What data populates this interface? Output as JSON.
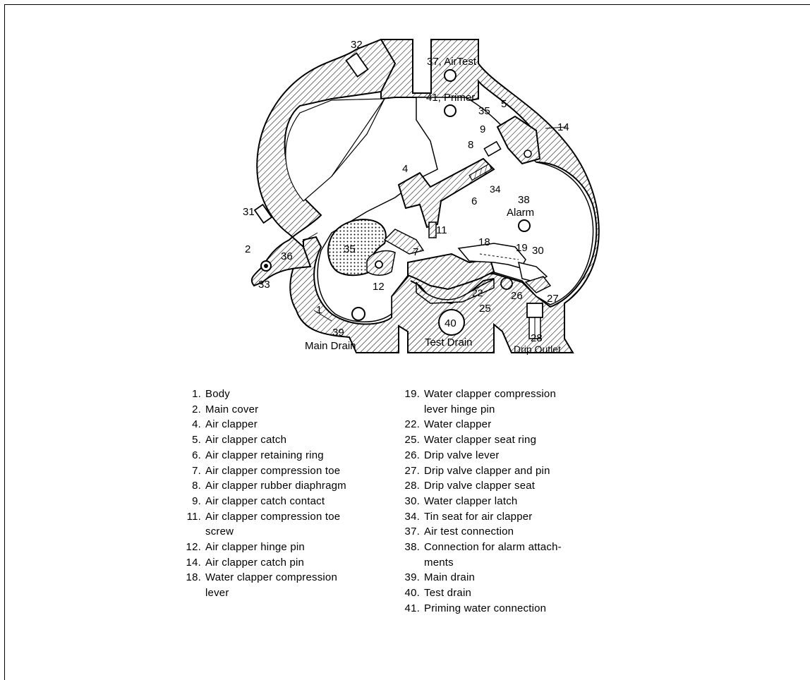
{
  "diagram": {
    "callouts": [
      {
        "id": "c32",
        "text": "32"
      },
      {
        "id": "c37",
        "text": "37, AirTest"
      },
      {
        "id": "c41",
        "text": "41, Primer"
      },
      {
        "id": "c35a",
        "text": "35"
      },
      {
        "id": "c5",
        "text": "5"
      },
      {
        "id": "c14",
        "text": "14"
      },
      {
        "id": "c9",
        "text": "9"
      },
      {
        "id": "c8",
        "text": "8"
      },
      {
        "id": "c4",
        "text": "4"
      },
      {
        "id": "c34",
        "text": "34"
      },
      {
        "id": "c6",
        "text": "6"
      },
      {
        "id": "c38",
        "text": "38"
      },
      {
        "id": "c38b",
        "text": "Alarm"
      },
      {
        "id": "c31",
        "text": "31"
      },
      {
        "id": "c11",
        "text": "11"
      },
      {
        "id": "c35b",
        "text": "35"
      },
      {
        "id": "c18",
        "text": "18"
      },
      {
        "id": "c19",
        "text": "19"
      },
      {
        "id": "c30",
        "text": "30"
      },
      {
        "id": "c2",
        "text": "2"
      },
      {
        "id": "c36",
        "text": "36"
      },
      {
        "id": "c7",
        "text": "7"
      },
      {
        "id": "c33",
        "text": "33"
      },
      {
        "id": "c12",
        "text": "12"
      },
      {
        "id": "c22",
        "text": "22"
      },
      {
        "id": "c26",
        "text": "26"
      },
      {
        "id": "c27",
        "text": "27"
      },
      {
        "id": "c25",
        "text": "25"
      },
      {
        "id": "c1",
        "text": "1"
      },
      {
        "id": "c40",
        "text": "40"
      },
      {
        "id": "c39",
        "text": "39"
      },
      {
        "id": "c39b",
        "text": "Main Drain"
      },
      {
        "id": "c40b",
        "text": "Test Drain"
      },
      {
        "id": "c28",
        "text": "28"
      },
      {
        "id": "c28b",
        "text": "Drip Outlet"
      }
    ]
  },
  "legend_left": [
    {
      "num": "1.",
      "text": "Body"
    },
    {
      "num": "2.",
      "text": "Main cover"
    },
    {
      "num": "4.",
      "text": "Air clapper"
    },
    {
      "num": "5.",
      "text": "Air clapper catch"
    },
    {
      "num": "6.",
      "text": "Air clapper retaining ring"
    },
    {
      "num": "7.",
      "text": "Air clapper compression toe"
    },
    {
      "num": "8.",
      "text": "Air clapper rubber diaphragm"
    },
    {
      "num": "9.",
      "text": "Air clapper catch contact"
    },
    {
      "num": "11.",
      "text": "Air clapper compression toe",
      "cont": "screw"
    },
    {
      "num": "12.",
      "text": "Air clapper hinge pin"
    },
    {
      "num": "14.",
      "text": "Air clapper catch pin"
    },
    {
      "num": "18.",
      "text": "Water clapper compression",
      "cont": "lever"
    }
  ],
  "legend_right": [
    {
      "num": "19.",
      "text": "Water clapper compression",
      "cont": "lever hinge pin"
    },
    {
      "num": "22.",
      "text": "Water clapper"
    },
    {
      "num": "25.",
      "text": "Water clapper seat ring"
    },
    {
      "num": "26.",
      "text": "Drip valve lever"
    },
    {
      "num": "27.",
      "text": "Drip valve clapper and pin"
    },
    {
      "num": "28.",
      "text": "Drip valve clapper seat"
    },
    {
      "num": "30.",
      "text": "Water clapper latch"
    },
    {
      "num": "34.",
      "text": "Tin seat for air clapper"
    },
    {
      "num": "37.",
      "text": "Air test connection"
    },
    {
      "num": "38.",
      "text": "Connection for alarm attach-",
      "cont": "ments"
    },
    {
      "num": "39.",
      "text": "Main drain"
    },
    {
      "num": "40.",
      "text": "Test drain"
    },
    {
      "num": "41.",
      "text": "Priming water connection"
    }
  ]
}
